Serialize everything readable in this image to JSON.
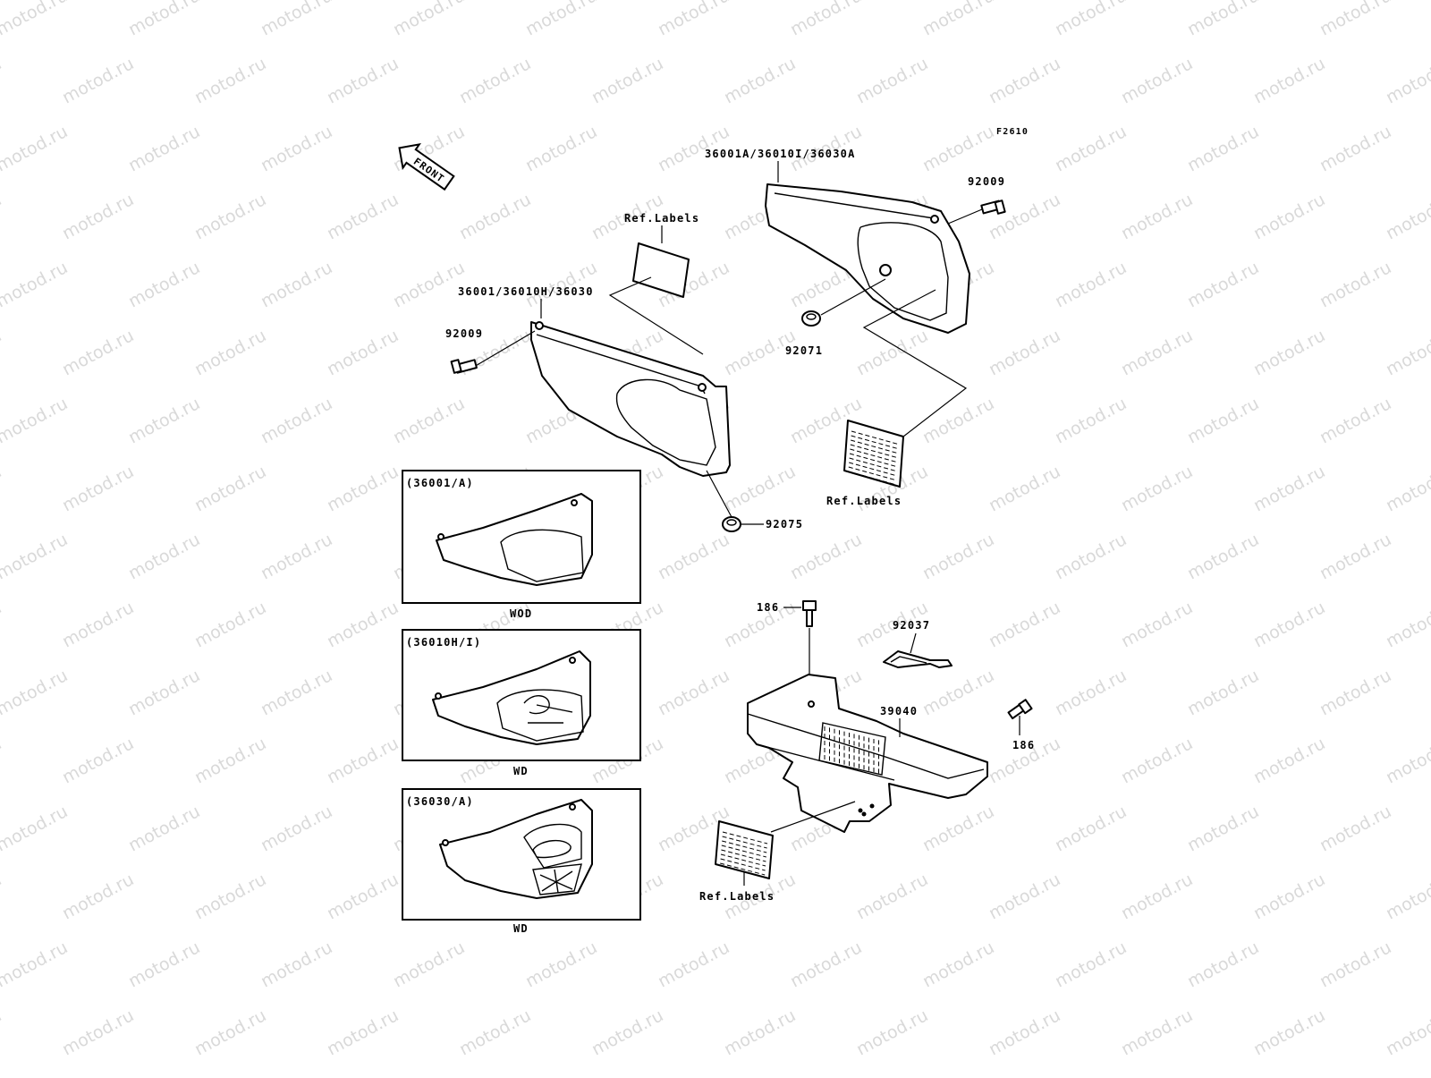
{
  "diagram": {
    "code": "F2610",
    "front_label": "FRONT",
    "watermark": "motod.ru",
    "labels": {
      "right_cover_part": "36001A/36010I/36030A",
      "left_cover_part": "36001/36010H/36030",
      "ref_labels_top": "Ref.Labels",
      "ref_labels_right": "Ref.Labels",
      "ref_labels_bottom": "Ref.Labels",
      "bolt_right": "92009",
      "bolt_left": "92009",
      "grommet_right": "92071",
      "grommet_left": "92075",
      "bolt_186_top": "186",
      "bolt_186_right": "186",
      "clip": "92037",
      "guard": "39040"
    },
    "insets": [
      {
        "code": "(36001/A)",
        "caption": "WOD"
      },
      {
        "code": "(36010H/I)",
        "caption": "WD"
      },
      {
        "code": "(36030/A)",
        "caption": "WD"
      }
    ]
  },
  "colors": {
    "line": "#000000",
    "background": "#ffffff",
    "watermark": "#d9d9d9"
  }
}
